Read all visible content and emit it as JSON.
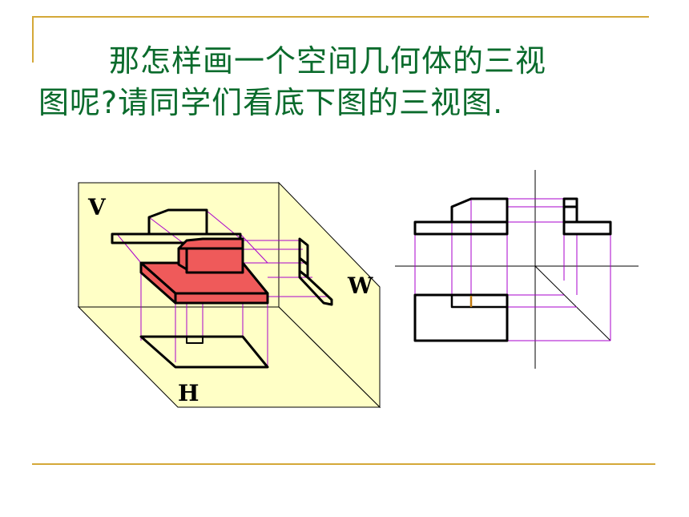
{
  "slide": {
    "title_line1": "那怎样画一个空间几何体的三视",
    "title_line2": "图呢?请同学们看底下图的三视图."
  },
  "diagram": {
    "plane_labels": {
      "front": "V",
      "side": "W",
      "top": "H"
    }
  },
  "colors": {
    "title_text": "#0a6b2c",
    "accent_line": "#d4a838",
    "plane_fill": "#ffffc6",
    "solid_fill": "#ef5a5a",
    "projection_line": "#aa00cc",
    "outline": "#000000",
    "hidden_edge": "#c07a10"
  }
}
